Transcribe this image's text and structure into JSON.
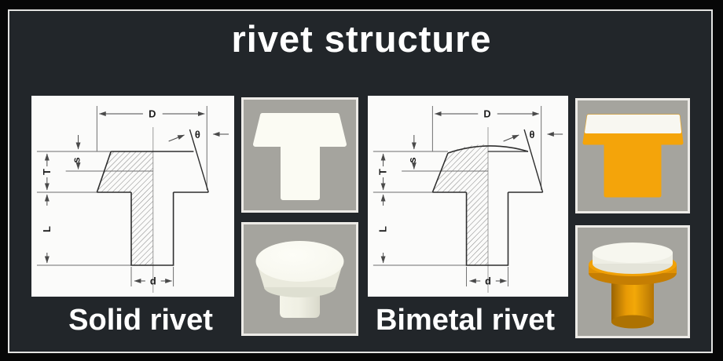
{
  "title": "rivet structure",
  "solid": {
    "caption": "Solid rivet",
    "labels": {
      "D": "D",
      "theta": "θ",
      "s": "s",
      "T": "T",
      "L": "L",
      "d": "d"
    }
  },
  "bimetal": {
    "caption": "Bimetal rivet",
    "labels": {
      "D": "D",
      "theta": "θ",
      "s": "s",
      "T": "T",
      "L": "L",
      "d": "d"
    }
  },
  "images": {
    "solid_front": "solid-rivet-front-render",
    "solid_3d": "solid-rivet-3d-render",
    "bimetal_front": "bimetal-rivet-front-render",
    "bimetal_3d": "bimetal-rivet-3d-render"
  },
  "colors": {
    "outer_bg": "#070707",
    "panel_bg": "#22262a",
    "panel_border": "#e3e3e1",
    "diagram_bg": "#fbfbfa",
    "image_bg": "#a5a49e",
    "image_border": "#edebe7",
    "rivet_white": "#fbfbf3",
    "rivet_orange": "#f4a40a",
    "text": "#ffffff",
    "drawing_outline": "#2e2e2e",
    "dimension_lines": "#4a4a4a"
  }
}
